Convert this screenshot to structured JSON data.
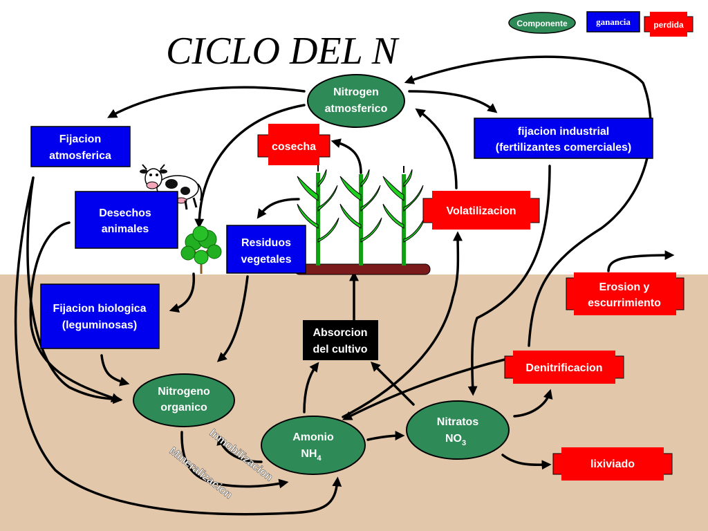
{
  "title": "CICLO DEL N",
  "legend": {
    "component": "Componente",
    "gain": "ganancia",
    "loss": "perdida"
  },
  "colors": {
    "component": "#2e8b57",
    "gain": "#0000ee",
    "loss": "#ff0000",
    "soil": "#e3c7aa",
    "black": "#000000"
  },
  "nodes": {
    "atm": [
      "Nitrogen",
      "atmosferico"
    ],
    "fix_atm": [
      "Fijacion",
      "atmosferica"
    ],
    "fix_ind": [
      "fijacion industrial",
      "(fertilizantes comerciales)"
    ],
    "cosecha": "cosecha",
    "desechos": [
      "Desechos",
      "animales"
    ],
    "residuos": [
      "Residuos",
      "vegetales"
    ],
    "volatil": "Volatilizacion",
    "fix_bio": [
      "Fijacion biologica",
      "(leguminosas)"
    ],
    "absorcion": [
      "Absorcion",
      "del cultivo"
    ],
    "erosion": [
      "Erosion y",
      "escurrimiento"
    ],
    "denitri": "Denitrificacion",
    "n_org": [
      "Nitrogeno",
      "organico"
    ],
    "amonio": [
      "Amonio",
      "NH",
      "4"
    ],
    "nitratos": [
      "Nitratos",
      "NO",
      "3"
    ],
    "lixiviado": "lixiviado",
    "inmov": "Inmobilizacion",
    "miner": "Mineralizacion"
  }
}
